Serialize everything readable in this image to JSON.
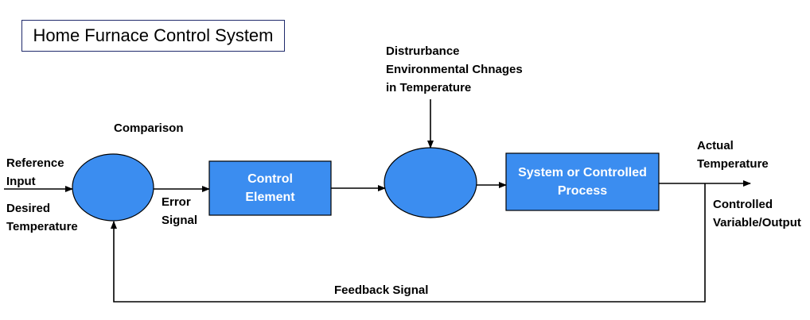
{
  "title": "Home Furnace Control System",
  "colors": {
    "block_fill": "#3b8df0",
    "stroke": "#000000",
    "title_border": "#1f2a6b",
    "block_text": "#ffffff"
  },
  "nodes": {
    "comparison_junction": {
      "label": "Comparison"
    },
    "control_element": {
      "line1": "Control",
      "line2": "Element"
    },
    "disturbance_junction": {
      "label": ""
    },
    "system_process": {
      "line1": "System or Controlled",
      "line2": "Process"
    }
  },
  "labels": {
    "reference_input": {
      "line1": "Reference",
      "line2": "Input"
    },
    "desired_temperature": {
      "line1": "Desired",
      "line2": "Temperature"
    },
    "error_signal": {
      "line1": "Error",
      "line2": "Signal"
    },
    "disturbance": {
      "line1": "Distrurbance",
      "line2": "Environmental Chnages",
      "line3": "in Temperature"
    },
    "actual_temperature": {
      "line1": "Actual",
      "line2": "Temperature"
    },
    "controlled_output": {
      "line1": "Controlled",
      "line2": "Variable/Output"
    },
    "feedback_signal": "Feedback Signal"
  }
}
